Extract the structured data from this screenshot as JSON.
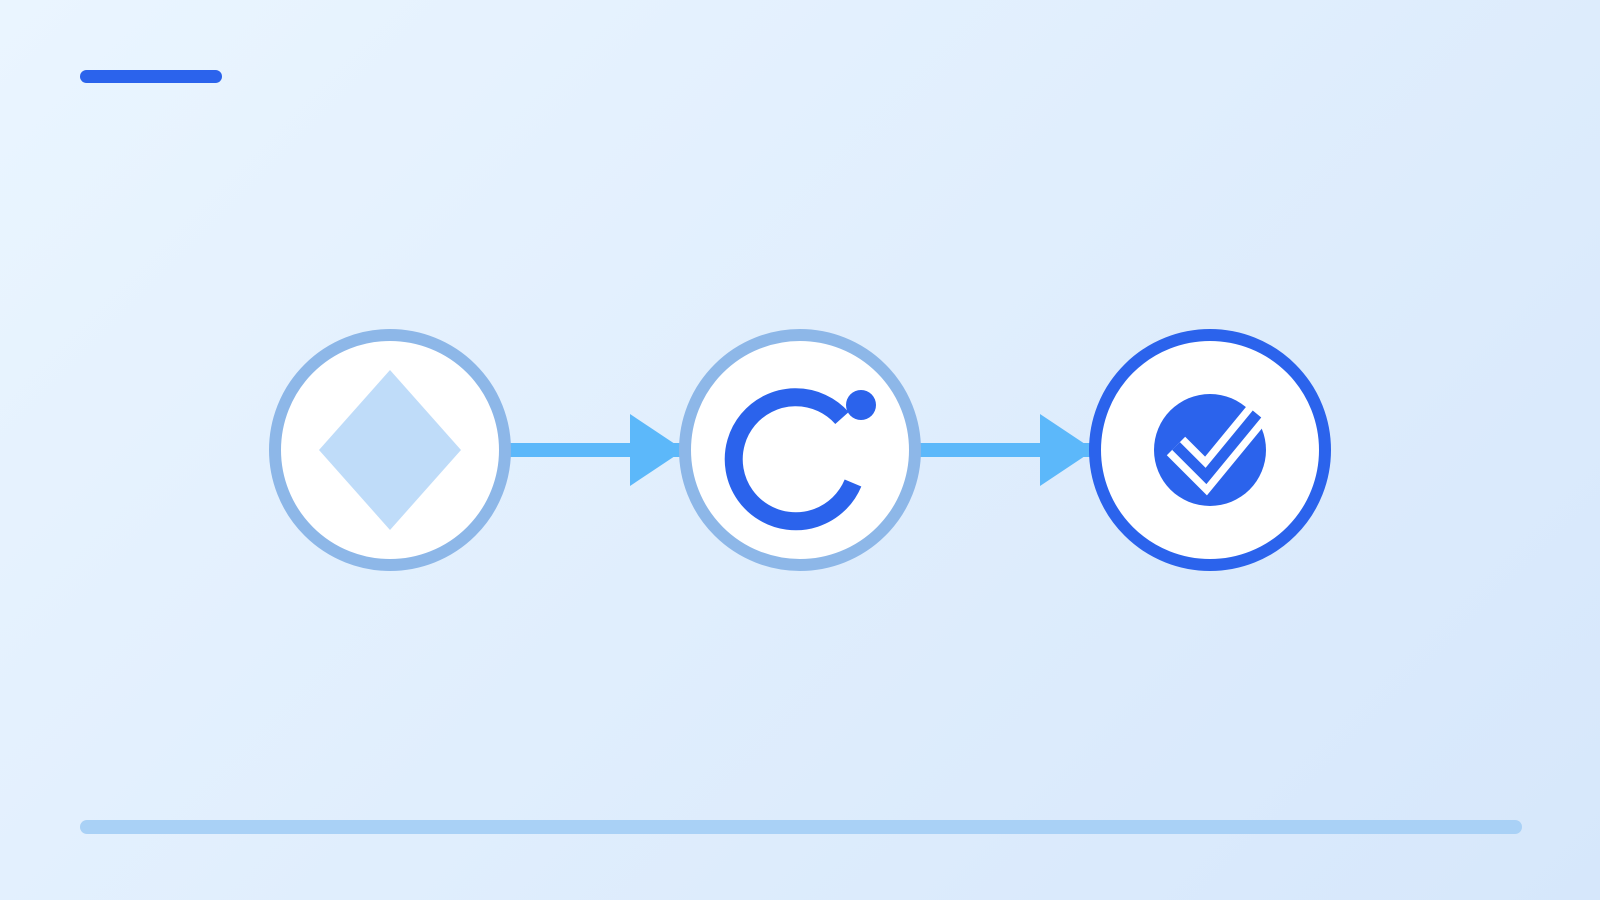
{
  "colors": {
    "background_start": "#eaf5ff",
    "background_end": "#d6e7fb",
    "accent": "#2b63ec",
    "arrow": "#5cb8fa",
    "inactive_ring": "#8db7e8",
    "active_ring": "#2b63ec",
    "diamond_fill": "#bfdcf9",
    "node_fill": "#ffffff",
    "bottom_rule": "#a9d1f6"
  },
  "diagram": {
    "type": "process-flow",
    "nodes": [
      {
        "id": "step-1",
        "icon": "diamond-icon",
        "state": "inactive"
      },
      {
        "id": "step-2",
        "icon": "refresh-icon",
        "state": "inactive"
      },
      {
        "id": "step-3",
        "icon": "check-circle-icon",
        "state": "active"
      }
    ],
    "edges": [
      {
        "from": "step-1",
        "to": "step-2"
      },
      {
        "from": "step-2",
        "to": "step-3"
      }
    ]
  }
}
